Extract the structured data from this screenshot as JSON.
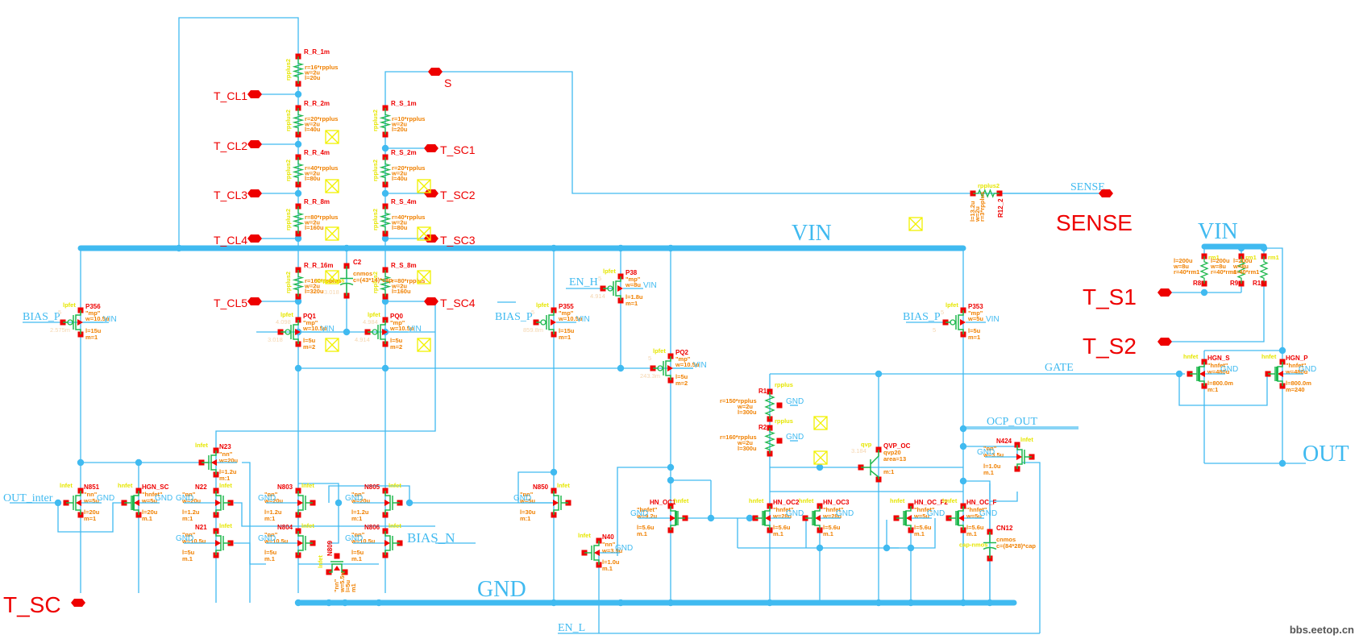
{
  "watermark": "bbs.eetop.cn",
  "nets": {
    "vin": "VIN",
    "gnd": "GND",
    "vin_right": "VIN",
    "gate": "GATE",
    "ocp_out": "OCP_OUT",
    "sense_net": "SENSE",
    "out": "OUT",
    "en_h": "EN_H",
    "en_l": "EN_L",
    "bias_p": "BIAS_P",
    "bias_n": "BIAS_N",
    "out_inter": "OUT_inter",
    "vin_small": "VIN",
    "gnd_small": "GND"
  },
  "pins": {
    "t_cl1": "T_CL1",
    "t_cl2": "T_CL2",
    "t_cl3": "T_CL3",
    "t_cl4": "T_CL4",
    "t_cl5": "T_CL5",
    "s": "S",
    "t_sc1": "T_SC1",
    "t_sc2": "T_SC2",
    "t_sc3": "T_SC3",
    "t_sc4": "T_SC4",
    "sense": "SENSE",
    "t_s1": "T_S1",
    "t_s2": "T_S2",
    "t_sc": "T_SC"
  },
  "resistors": [
    {
      "id": "r_r_1m",
      "name": "R_R_1m",
      "model": "rpplus2",
      "params": [
        "r=16*rpplus",
        "w=2u",
        "l=20u"
      ]
    },
    {
      "id": "r_r_2m",
      "name": "R_R_2m",
      "model": "rpplus2",
      "params": [
        "r=20*rpplus",
        "w=2u",
        "l=40u"
      ]
    },
    {
      "id": "r_r_4m",
      "name": "R_R_4m",
      "model": "rpplus2",
      "params": [
        "r=40*rpplus",
        "w=2u",
        "l=80u"
      ]
    },
    {
      "id": "r_r_8m",
      "name": "R_R_8m",
      "model": "rpplus2",
      "params": [
        "r=80*rpplus",
        "w=2u",
        "l=160u"
      ]
    },
    {
      "id": "r_r_16m",
      "name": "R_R_16m",
      "model": "rpplus2",
      "params": [
        "r=160*rpplus",
        "w=2u",
        "l=320u"
      ]
    },
    {
      "id": "r_s_1m",
      "name": "R_S_1m",
      "model": "rpplus2",
      "params": [
        "r=10*rpplus",
        "w=2u",
        "l=20u"
      ]
    },
    {
      "id": "r_s_2m",
      "name": "R_S_2m",
      "model": "rpplus2",
      "params": [
        "r=20*rpplus",
        "w=2u",
        "l=40u"
      ]
    },
    {
      "id": "r_s_4m",
      "name": "R_S_4m",
      "model": "rpplus2",
      "params": [
        "r=40*rpplus",
        "w=2u",
        "l=80u"
      ]
    },
    {
      "id": "r_s_8m",
      "name": "R_S_8m",
      "model": "rpplus2",
      "params": [
        "r=80*rpplus",
        "w=2u",
        "l=160u"
      ]
    },
    {
      "id": "r12_2",
      "name": "R12_2",
      "model": "rpplus2",
      "params": [
        "l=13.2u",
        "w=2u",
        "r=3*rpplus"
      ]
    },
    {
      "id": "r1",
      "name": "R1",
      "model": "rpplus",
      "params": [
        "r=150*rpplus",
        "w=2u",
        "l=300u"
      ]
    },
    {
      "id": "r2",
      "name": "R2",
      "model": "rpplus",
      "params": [
        "r=160*rpplus",
        "w=2u",
        "l=300u"
      ]
    },
    {
      "id": "r8",
      "name": "R8",
      "model": "rm1",
      "params": [
        "l=200u",
        "w=8u",
        "r=40*rm1"
      ]
    },
    {
      "id": "r9",
      "name": "R9",
      "model": "rm1",
      "params": [
        "l=200u",
        "w=8u",
        "r=40*rm1"
      ]
    },
    {
      "id": "r10",
      "name": "R10",
      "model": "rm1",
      "params": [
        "l=200u",
        "w=8u",
        "r=40*rm1"
      ]
    }
  ],
  "capacitors": [
    {
      "id": "c2",
      "name": "C2",
      "model": "cap-nmos",
      "params": [
        "cnmos",
        "c=(43*14)*cap"
      ],
      "annot": "3.018"
    },
    {
      "id": "cn12",
      "name": "CN12",
      "model": "cap-nmos",
      "params": [
        "cnmos",
        "c=(84*28)*cap"
      ]
    }
  ],
  "pfets": [
    {
      "id": "p356",
      "name": "P356",
      "model": "lpfet",
      "params": [
        "\"mp\"",
        "w=10.5u",
        "l=15u",
        "m=1"
      ],
      "gate": "BIAS_P",
      "bulk": "VIN",
      "annot": [
        "5",
        "2.575m"
      ]
    },
    {
      "id": "pq1",
      "name": "PQ1",
      "model": "lpfet",
      "params": [
        "\"mp\"",
        "w=10.5u",
        "l=5u",
        "m=2"
      ],
      "bulk": "VIN",
      "annot": [
        "4.098",
        "3.018"
      ]
    },
    {
      "id": "pq0",
      "name": "PQ0",
      "model": "lpfet",
      "params": [
        "\"mp\"",
        "w=10.5u",
        "l=5u",
        "m=2"
      ],
      "bulk": "VIN",
      "annot": [
        "4.984",
        "4.914"
      ]
    },
    {
      "id": "p355",
      "name": "P355",
      "model": "lpfet",
      "params": [
        "\"mp\"",
        "w=10.5u",
        "l=15u",
        "m=1"
      ],
      "gate": "BIAS_P",
      "bulk": "VIN",
      "annot": [
        "5",
        "859.8m"
      ]
    },
    {
      "id": "p38",
      "name": "P38",
      "model": "lpfet",
      "params": [
        "\"mp\"",
        "w=8u",
        "l=1.8u",
        "m=1"
      ],
      "gate": "EN_H",
      "bulk": "VIN",
      "annot": [
        "5",
        "4.914"
      ]
    },
    {
      "id": "pq2",
      "name": "PQ2",
      "model": "lpfet",
      "params": [
        "\"mp\"",
        "w=10.5u",
        "l=5u",
        "m=2"
      ],
      "bulk": "VIN",
      "annot": [
        "5",
        "243.3m"
      ]
    },
    {
      "id": "p353",
      "name": "P353",
      "model": "lpfet",
      "params": [
        "\"mp\"",
        "w=5u",
        "l=5u",
        "m=1"
      ],
      "gate": "BIAS_P",
      "bulk": "VIN",
      "annot": [
        "5",
        "5"
      ]
    }
  ],
  "nfets": [
    {
      "id": "n851",
      "name": "N851",
      "model": "lnfet",
      "params": [
        "\"nn\"",
        "w=5u",
        "l=20u",
        "m=1"
      ],
      "bulk": "GND"
    },
    {
      "id": "hgn_sc",
      "name": "HGN_SC",
      "model": "hnfet",
      "params": [
        "\"hnfet\"",
        "w=5u",
        "l=20u",
        "m.1"
      ],
      "bulk": "GND"
    },
    {
      "id": "n23",
      "name": "N23",
      "model": "lnfet",
      "params": [
        "\"nn\"",
        "w=20u",
        "l=1.2u",
        "m:1"
      ]
    },
    {
      "id": "n22",
      "name": "N22",
      "model": "lnfet",
      "params": [
        "\"nn\"",
        "w=20u",
        "l=1.2u",
        "m:1"
      ],
      "bulk": "GND"
    },
    {
      "id": "n21",
      "name": "N21",
      "model": "lnfet",
      "params": [
        "\"nn\"",
        "w=10.5u",
        "l=5u",
        "m.1"
      ],
      "bulk": "GND"
    },
    {
      "id": "n803",
      "name": "N803",
      "model": "lnfet",
      "params": [
        "\"nn\"",
        "w=20u",
        "l=1.2u",
        "m:1"
      ],
      "bulk": "GND"
    },
    {
      "id": "n804",
      "name": "N804",
      "model": "lnfet",
      "params": [
        "\"nn\"",
        "w=10.5u",
        "l=5u",
        "m.1"
      ],
      "bulk": "GND"
    },
    {
      "id": "n805",
      "name": "N805",
      "model": "lnfet",
      "params": [
        "\"nn\"",
        "w=20u",
        "l=1.2u",
        "m:1"
      ],
      "bulk": "GND"
    },
    {
      "id": "n806",
      "name": "N806",
      "model": "lnfet",
      "params": [
        "\"nn\"",
        "w=10.5u",
        "l=5u",
        "m.1"
      ],
      "bulk": "GND"
    },
    {
      "id": "n809",
      "name": "N809",
      "model": "lnfet",
      "params": [
        "\"nn\"",
        "w=5.5u",
        "l=5u",
        "m1"
      ]
    },
    {
      "id": "n850",
      "name": "N850",
      "model": "lnfet",
      "params": [
        "\"nn\"",
        "w=5u",
        "l=30u",
        "m:1"
      ],
      "bulk": "GND"
    },
    {
      "id": "n40",
      "name": "N40",
      "model": "lnfet",
      "params": [
        "\"nn\"",
        "w=3.5u",
        "l=1.0u",
        "m.1"
      ],
      "bulk": "GND"
    },
    {
      "id": "hn_oc1",
      "name": "HN_OC1",
      "model": "hnfet",
      "params": [
        "\"hnfet\"",
        "w=9.2u",
        "l=5.6u",
        "m.1"
      ],
      "bulk": "GND"
    },
    {
      "id": "hn_oc2",
      "name": "HN_OC2",
      "model": "hnfet",
      "params": [
        "\"hnfet\"",
        "w=28u",
        "l=5.6u",
        "m.1"
      ],
      "bulk": "GND"
    },
    {
      "id": "hn_oc3",
      "name": "HN_OC3",
      "model": "hnfet",
      "params": [
        "\"hnfet\"",
        "w=28u",
        "l=5.6u",
        "m.1"
      ],
      "bulk": "GND"
    },
    {
      "id": "hn_oc_f2",
      "name": "HN_OC_F2",
      "model": "hnfet",
      "params": [
        "\"hnfet\"",
        "w=5u",
        "l=5.6u",
        "m.1"
      ],
      "bulk": "GND"
    },
    {
      "id": "hn_oc_f",
      "name": "HN_OC_F",
      "model": "hnfet",
      "params": [
        "\"hnfet\"",
        "w=5u",
        "l=5.6u",
        "m.1"
      ],
      "bulk": "GND"
    },
    {
      "id": "n424",
      "name": "N424",
      "model": "lnfet",
      "params": [
        "\"nn\"",
        "w=3.5u",
        "l=1.0u",
        "m.1"
      ],
      "bulk": "GND"
    },
    {
      "id": "hgn_s",
      "name": "HGN_S",
      "model": "hnfet",
      "params": [
        "\"hnfet\"",
        "w=480u",
        "l=800.0m",
        "m:1"
      ],
      "bulk": "GND"
    },
    {
      "id": "hgn_p",
      "name": "HGN_P",
      "model": "hnfet",
      "params": [
        "\"hnfet\"",
        "w=480u",
        "l=800.0m",
        "m=240"
      ],
      "bulk": "GND"
    }
  ],
  "bjts": [
    {
      "id": "qvp_oc",
      "name": "QVP_OC",
      "model": "qvp",
      "params": [
        "qvp20",
        "area=13",
        "m:1"
      ],
      "annot": "3.184"
    }
  ],
  "accent_colors": {
    "wire": "#40baf0",
    "pin": "#ee0000",
    "device": "#1fb84e",
    "param": "#f08000",
    "model": "#e6e600",
    "annotation": "#f5d6b0"
  }
}
